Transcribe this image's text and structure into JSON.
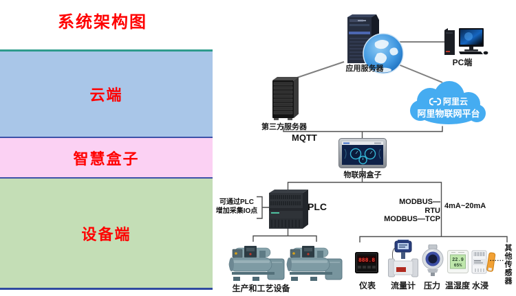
{
  "title": "系统架构图",
  "colors": {
    "accent_red": "#ff0000",
    "cloud_band": "#a9c6e8",
    "box_band": "#fbd1f3",
    "device_band": "#c4deb6",
    "band_border": "#3d51a8",
    "band_top_border": "#2e9b8c",
    "aliyun_cloud_blue": "#45acf1",
    "connector_gray": "#7f7f7f"
  },
  "layers": [
    {
      "label": "云端",
      "bg": "#a9c6e8"
    },
    {
      "label": "智慧盒子",
      "bg": "#fbd1f3"
    },
    {
      "label": "设备端",
      "bg": "#c4deb6"
    }
  ],
  "diagram": {
    "app_server": {
      "label": "应用服务器"
    },
    "pc": {
      "label": "PC端"
    },
    "third_server": {
      "label": "第三方服务器"
    },
    "cloud": {
      "brand": "阿里云",
      "platform": "阿里物联网平台"
    },
    "mqtt": "MQTT",
    "iot_box": {
      "label": "物联网盒子"
    },
    "plc": {
      "label": "PLC",
      "note1": "可通过PLC",
      "note2": "增加采集IO点"
    },
    "modbus1": "MODBUS—RTU",
    "modbus2": "MODBUS—TCP",
    "current": "4mA~20mA",
    "production": {
      "label": "生产和工艺设备"
    },
    "sensors": [
      {
        "label": "仪表"
      },
      {
        "label": "流量计"
      },
      {
        "label": "压力"
      },
      {
        "label": "温湿度"
      },
      {
        "label": "水浸"
      }
    ],
    "other_sensors": {
      "dots": "......",
      "label": "其他传感器"
    },
    "meter_reading": "888.8",
    "th_temp": "22.9",
    "th_hum": "65%"
  }
}
